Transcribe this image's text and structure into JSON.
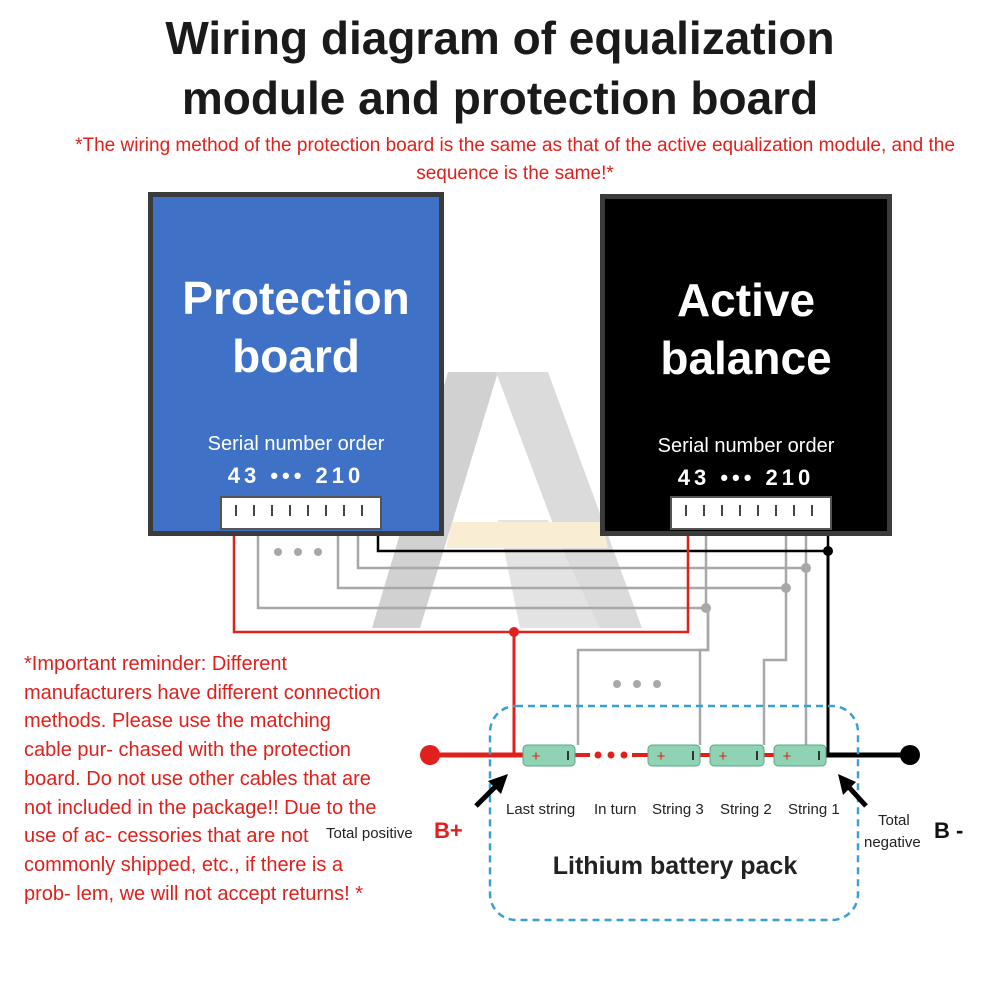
{
  "title": {
    "line1": "Wiring diagram of equalization",
    "line2": "module and protection board"
  },
  "note": "*The wiring method of the protection board is the same as that of the active equalization module, and the sequence is the same!*",
  "protection_board": {
    "name_line1": "Protection",
    "name_line2": "board",
    "serial_label": "Serial number order",
    "serial_numbers": "43 ••• 210"
  },
  "active_balance": {
    "name_line1": "Active",
    "name_line2": "balance",
    "serial_label": "Serial number order",
    "serial_numbers": "43 ••• 210"
  },
  "reminder": "*Important reminder: Different manufacturers have different connection methods. Please use the matching cable pur- chased with the protection board. Do not use other cables that are not included in the package!! Due to the use of ac- cessories that are not commonly shipped, etc., if there is a prob- lem, we will not accept returns! *",
  "battery": {
    "labels": [
      "Last string",
      "In turn",
      "String 3",
      "String 2",
      "String 1"
    ],
    "pack_title": "Lithium battery pack",
    "total_positive": "Total positive",
    "positive_symbol": "B+",
    "total_negative_line1": "Total",
    "total_negative_line2": "negative",
    "negative_symbol": "B -"
  },
  "colors": {
    "protection_board": "#3f72c6",
    "active_balance": "#000000",
    "warning_text": "#e0201c",
    "positive_wire": "#e0201c",
    "negative_wire": "#000000",
    "balance_wire": "#a8a8a8",
    "cell": "#8fd3b4",
    "pack_border": "#3aa0d0"
  }
}
